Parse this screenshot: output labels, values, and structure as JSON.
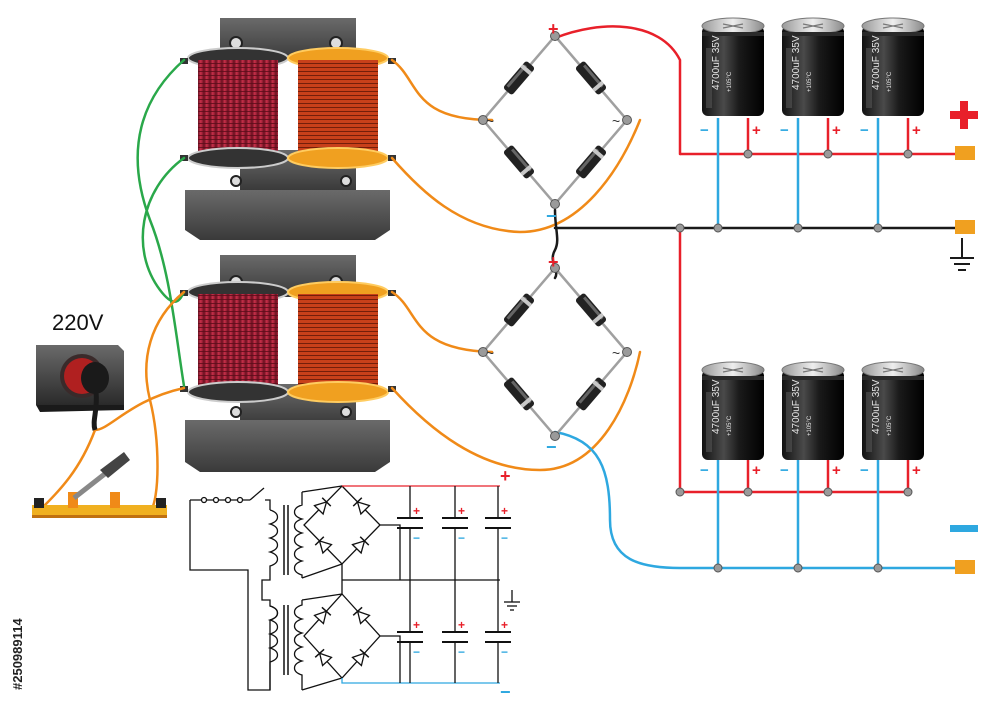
{
  "mains_voltage_label": "220V",
  "positive_sign": "+",
  "negative_sign": "−",
  "bridge_ac_symbol": "~",
  "capacitor": {
    "label": "4700uF 35V",
    "temp_label": "+105°C",
    "count": 6
  },
  "stock_id": "#250989114",
  "colors": {
    "positive": "#e8202a",
    "negative": "#2ea8e0",
    "ground": "#1a1a1a",
    "primary_wire": "#2aa84a",
    "secondary_wire": "#f08a18",
    "coil_primary": "#a8203a",
    "coil_secondary": "#c8401a",
    "core": "#555555"
  },
  "icons": [
    "toggle-switch-icon",
    "ground-symbol-icon",
    "diode-icon",
    "plus-sign-icon",
    "minus-sign-icon"
  ]
}
